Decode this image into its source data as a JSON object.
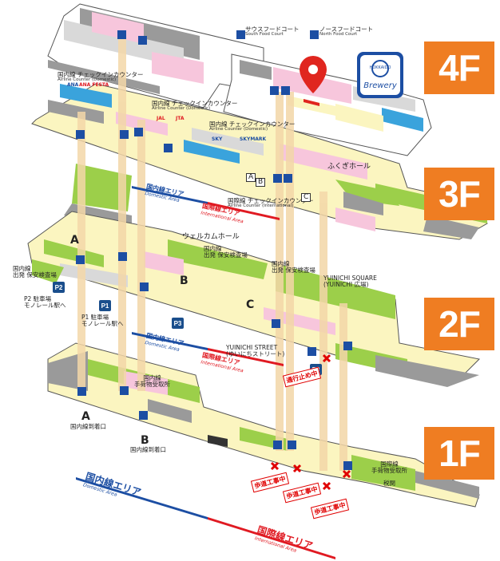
{
  "floors": [
    {
      "id": "4F",
      "label": "4F"
    },
    {
      "id": "3F",
      "label": "3F"
    },
    {
      "id": "2F",
      "label": "2F"
    },
    {
      "id": "1F",
      "label": "1F"
    }
  ],
  "floor4": {
    "south_food_court": {
      "jp": "サウスフードコート",
      "en": "South Food Court"
    },
    "north_food_court": {
      "jp": "ノースフードコート",
      "en": "North Food Court"
    },
    "brewery_logo": {
      "top": "HOKKAIDO",
      "name": "Brewery"
    }
  },
  "floor3": {
    "domestic_checkin_1": {
      "jp": "国内線 チェックインカウンター",
      "en": "Airline Counter (Domestic)"
    },
    "domestic_checkin_2": {
      "jp": "国内線 チェックインカウンター",
      "en": "Airline Counter (Domestic)"
    },
    "domestic_checkin_3": {
      "jp": "国内線 チェックインカウンター",
      "en": "Airline Counter (Domestic)"
    },
    "international_checkin": {
      "jp": "国際線 チェックインカウンター",
      "en": "Airline Counter (International)"
    },
    "fukugi_hall": "ふくぎホール",
    "gates": [
      "A",
      "B",
      "C"
    ],
    "airline_logos": [
      "ANA",
      "ANA FESTA",
      "JAL",
      "JTA",
      "SKY",
      "SKYMARK"
    ]
  },
  "floor2": {
    "welcome_hall": "ウェルカムホール",
    "domestic_departure_1": "国内線\n出発 保安検査場",
    "domestic_departure_2": "国内線\n出発 保安検査場",
    "domestic_departure_3": "国内線\n出発 保安検査場",
    "yuinichi_square": "YUINICHI SQUARE\n(YUINICHI 広場)",
    "yuinichi_street": "YUINICHI STREET\n(ゆいにちストリート)",
    "p2": "P2 駐車場\nモノレール駅へ",
    "p1": "P1 駐車場\nモノレール駅へ",
    "parking": [
      "P2",
      "P1",
      "P3",
      "P3"
    ],
    "gates": [
      "A",
      "B",
      "C"
    ],
    "closed": "通行止め中"
  },
  "floor1": {
    "domestic_baggage": "国内線\n手荷物受取所",
    "domestic_arrival_a": "国内線到着口",
    "domestic_arrival_b": "国内線到着口",
    "international_baggage": "国際線\n手荷物受取所",
    "customs": "税関",
    "gates": [
      "A",
      "B"
    ],
    "closed": [
      "歩道工事中",
      "歩道工事中",
      "歩道工事中"
    ]
  },
  "area_bands": [
    {
      "jp": "国内線エリア",
      "en": "Domestic Area"
    },
    {
      "jp": "国際線エリア",
      "en": "International Area"
    }
  ],
  "colors": {
    "floor_badge": "#ef7d22",
    "green_zone": "#9ccf4a",
    "cream_zone": "#fbf5c0",
    "pink_zone": "#f7c6dc",
    "gray_zone": "#9a9a9a",
    "blue_zone": "#3aa3dc",
    "pillar": "#f3d7a8",
    "domestic_line": "#1c4ea3",
    "international_line": "#e01a22",
    "pin": "#e0261f"
  }
}
